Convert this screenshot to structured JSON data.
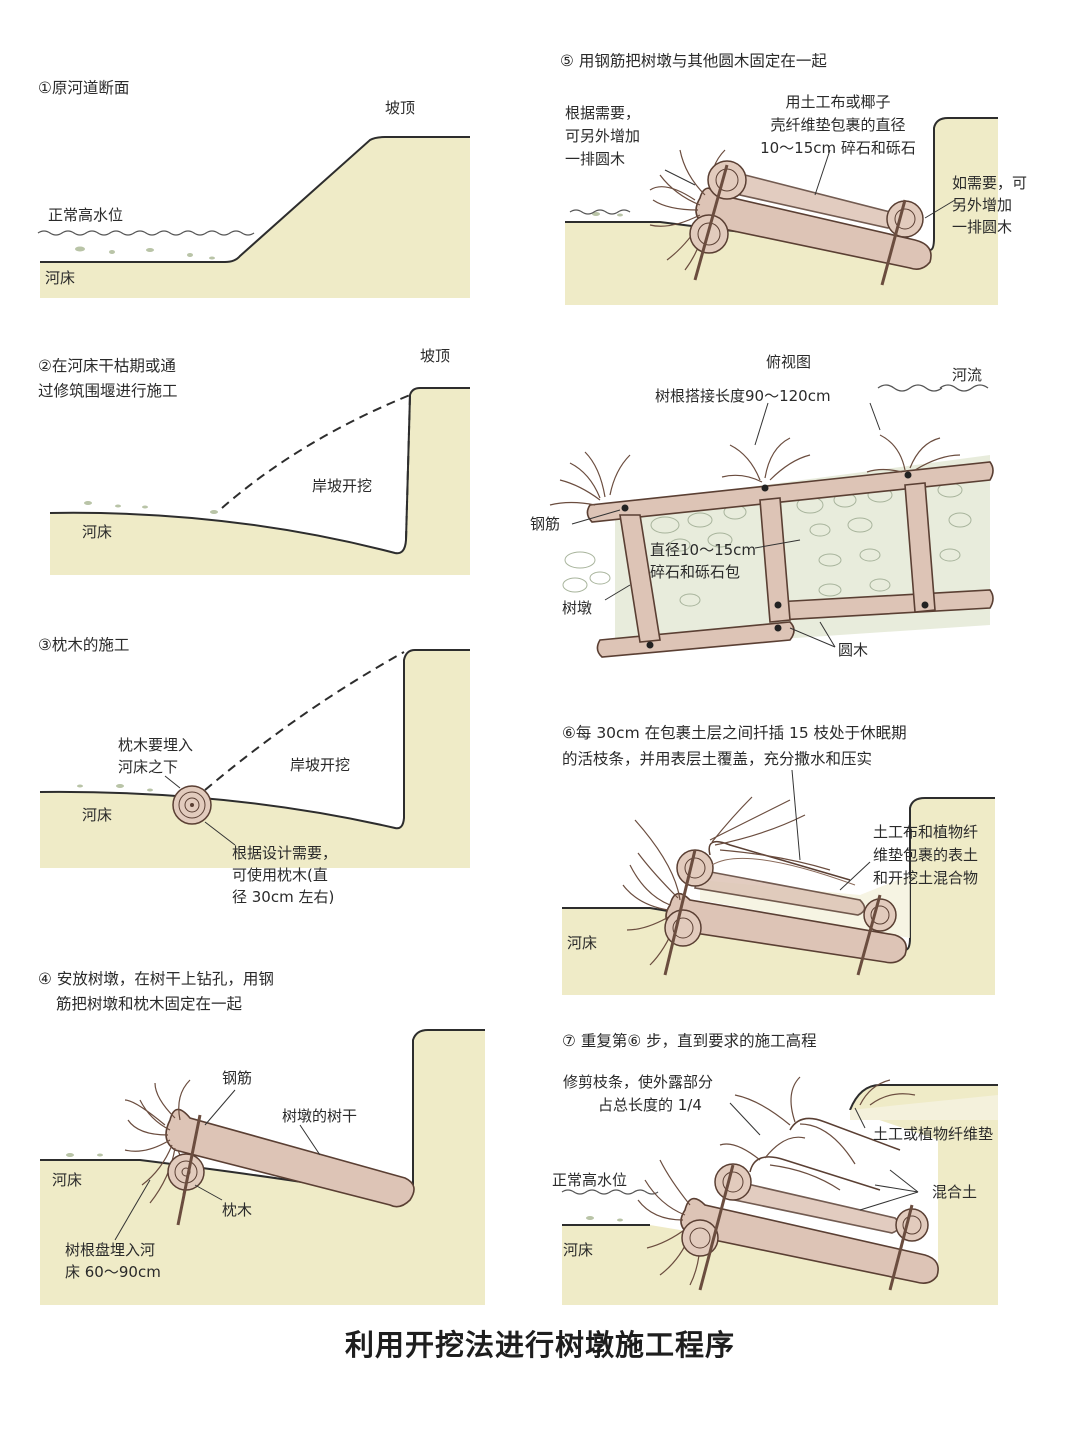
{
  "title": "利用开挖法进行树墩施工程序",
  "colors": {
    "soil": "#efebc7",
    "outline": "#2d2d2d",
    "wood": "#ddc4b6",
    "wood_outline": "#5a3f33"
  },
  "step1": {
    "heading": "①原河道断面",
    "slope_top": "坡顶",
    "high_water": "正常高水位",
    "riverbed": "河床"
  },
  "step2": {
    "heading_line1": "②在河床干枯期或通",
    "heading_line2": "过修筑围堰进行施工",
    "slope_top": "坡顶",
    "excavation": "岸坡开挖",
    "riverbed": "河床"
  },
  "step3": {
    "heading": "③枕木的施工",
    "bury_line1": "枕木要埋入",
    "bury_line2": "河床之下",
    "excavation": "岸坡开挖",
    "riverbed": "河床",
    "note_line1": "根据设计需要，",
    "note_line2": "可使用枕木(直",
    "note_line3": "径 30cm 左右)"
  },
  "step4": {
    "heading_line1": "④ 安放树墩，在树干上钻孔，用钢",
    "heading_line2": "筋把树墩和枕木固定在一起",
    "rebar": "钢筋",
    "trunk": "树墩的树干",
    "riverbed": "河床",
    "sleeper": "枕木",
    "root_line1": "树根盘埋入河",
    "root_line2": "床 60～90cm"
  },
  "step5": {
    "heading": "⑤ 用钢筋把树墩与其他圆木固定在一起",
    "left_line1": "根据需要，",
    "left_line2": "可另外增加",
    "left_line3": "一排圆木",
    "mid_line1": "用土工布或椰子",
    "mid_line2": "壳纤维垫包裹的直径",
    "mid_line3": "10～15cm 碎石和砾石",
    "right_line1": "如需要，可",
    "right_line2": "另外增加",
    "right_line3": "一排圆木"
  },
  "plan": {
    "heading": "俯视图",
    "river_flow": "河流",
    "overlap": "树根搭接长度90～120cm",
    "rebar": "钢筋",
    "gravel_line1": "直径10～15cm",
    "gravel_line2": "碎石和砾石包",
    "stump": "树墩",
    "log": "圆木"
  },
  "step6": {
    "heading_line1": "⑥每 30cm 在包裹土层之间扦插 15 枝处于休眠期",
    "heading_line2": "的活枝条，并用表层土覆盖，充分撒水和压实",
    "mix_line1": "土工布和植物纤",
    "mix_line2": "维垫包裹的表土",
    "mix_line3": "和开挖土混合物",
    "riverbed": "河床"
  },
  "step7": {
    "heading": "⑦ 重复第⑥ 步，直到要求的施工高程",
    "prune_line1": "修剪枝条，使外露部分",
    "prune_line2": "占总长度的 1/4",
    "mat": "土工或植物纤维垫",
    "high_water": "正常高水位",
    "mixed_soil": "混合土",
    "riverbed": "河床"
  }
}
